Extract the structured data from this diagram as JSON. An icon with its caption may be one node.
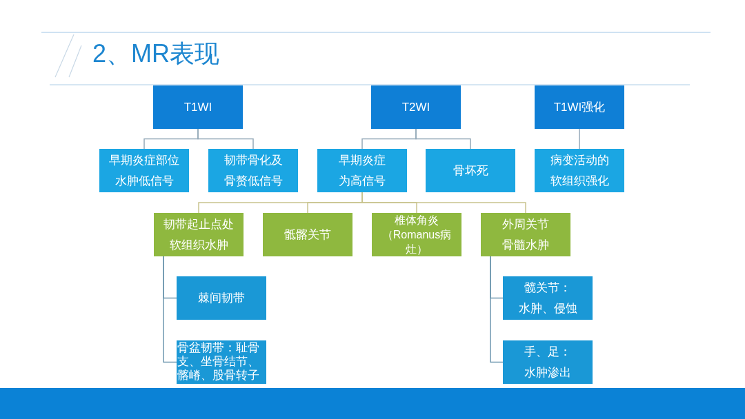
{
  "diagram": {
    "title": "2、MR表现",
    "nodes": [
      {
        "text": [
          "T1WI"
        ]
      },
      {
        "text": [
          "T2WI"
        ]
      },
      {
        "text": [
          "T1WI强化"
        ]
      },
      {
        "text": [
          "早期炎症部位水肿低信号"
        ]
      },
      {
        "text": [
          "韧带骨化及骨赘低信号"
        ]
      },
      {
        "text": [
          "早期炎症为高信号"
        ]
      },
      {
        "text": [
          "骨坏死"
        ]
      },
      {
        "text": [
          "病变活动的软组织强化"
        ]
      },
      {
        "text": [
          "韧带起止点处软组织水肿"
        ]
      },
      {
        "text": [
          "骶髂关节"
        ]
      },
      {
        "text": [
          "椎体角炎（Romanus病灶）"
        ]
      },
      {
        "text": [
          "外周关节骨髓水肿"
        ]
      },
      {
        "text": [
          "棘间韧带"
        ]
      },
      {
        "text": [
          "骨盆韧带：耻骨支、坐骨结节、髂嵴、股骨转子"
        ]
      },
      {
        "text": [
          "髋关节：水肿、侵蚀"
        ]
      },
      {
        "text": [
          "手、足：水肿渗出"
        ]
      }
    ],
    "edges": [
      {
        "from": 0,
        "to": 3,
        "arrow": "none"
      },
      {
        "from": 0,
        "to": 4,
        "arrow": "none"
      },
      {
        "from": 1,
        "to": 5,
        "arrow": "none"
      },
      {
        "from": 1,
        "to": 6,
        "arrow": "none"
      },
      {
        "from": 2,
        "to": 7,
        "arrow": "none"
      },
      {
        "from": 5,
        "to": 8,
        "arrow": "none",
        "color": "#c9c48e"
      },
      {
        "from": 5,
        "to": 9,
        "arrow": "none",
        "color": "#c9c48e"
      },
      {
        "from": 5,
        "to": 10,
        "arrow": "none",
        "color": "#c9c48e"
      },
      {
        "from": 5,
        "to": 11,
        "arrow": "none",
        "color": "#c9c48e"
      },
      {
        "from": 8,
        "to": 12,
        "arrow": "none",
        "color": "#6f98b0"
      },
      {
        "from": 8,
        "to": 13,
        "arrow": "none",
        "color": "#6f98b0"
      },
      {
        "from": 11,
        "to": 14,
        "arrow": "none",
        "color": "#6f98b0"
      },
      {
        "from": 11,
        "to": 15,
        "arrow": "none",
        "color": "#6f98b0"
      }
    ]
  }
}
